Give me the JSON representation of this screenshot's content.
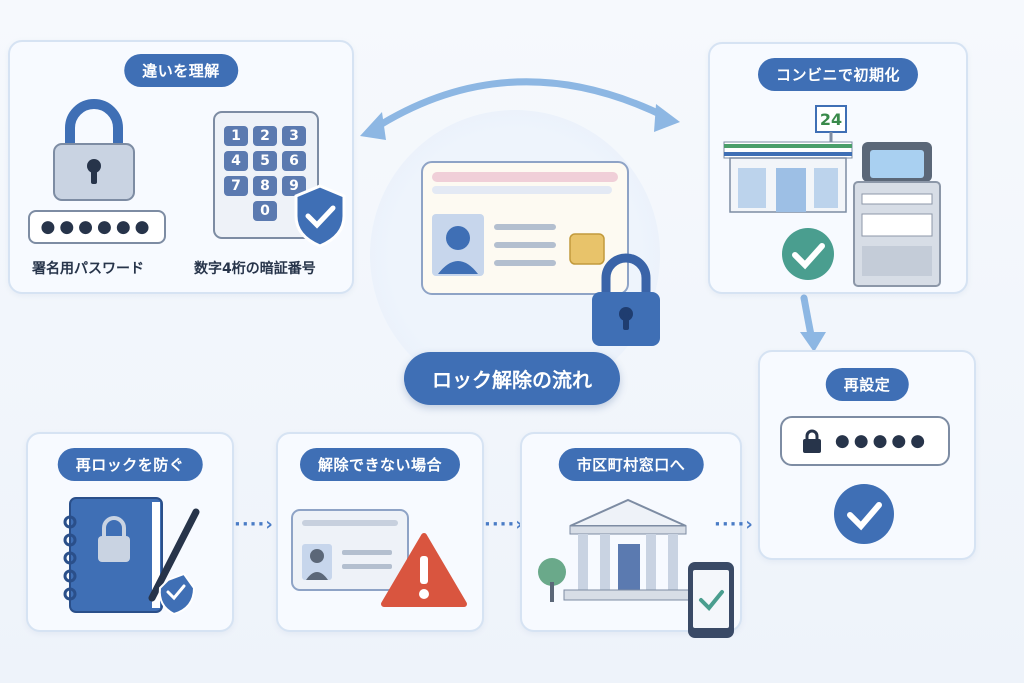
{
  "center": {
    "title": "ロック解除の流れ"
  },
  "difference": {
    "title": "違いを理解",
    "password_label": "署名用パスワード",
    "pin_label": "数字4桁の暗証番号",
    "password_mask": "●●●●●●",
    "keypad": [
      "1",
      "2",
      "3",
      "4",
      "5",
      "6",
      "7",
      "8",
      "9",
      "0"
    ]
  },
  "convenience": {
    "title": "コンビニで初期化",
    "store_sign": "24"
  },
  "reset": {
    "title": "再設定",
    "pin_mask": "●●●●●"
  },
  "prevent": {
    "title": "再ロックを防ぐ"
  },
  "cannot": {
    "title": "解除できない場合"
  },
  "office": {
    "title": "市区町村窓口へ"
  },
  "connectors": {
    "dots": "····›"
  },
  "colors": {
    "accent": "#3f6fb5",
    "check": "#4a9e8f",
    "warning": "#d9553f",
    "panel_border": "#d6e3f3"
  }
}
